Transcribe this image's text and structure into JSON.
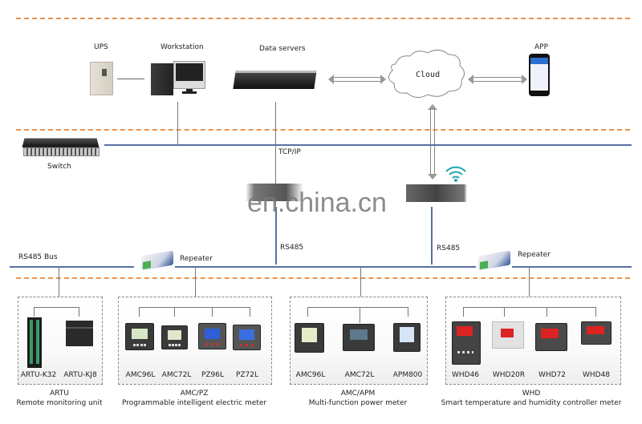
{
  "diagram": {
    "layers": {
      "top_devices": {
        "ups": {
          "label": "UPS",
          "icon": "ups-icon"
        },
        "workstation": {
          "label": "Workstation",
          "icon": "workstation-icon"
        },
        "data_servers": {
          "label": "Data servers",
          "icon": "server-icon"
        },
        "cloud": {
          "label": "Cloud",
          "icon": "cloud-icon"
        },
        "app": {
          "label": "APP",
          "icon": "smartphone-icon"
        }
      },
      "network": {
        "switch": {
          "label": "Switch",
          "icon": "switch-icon"
        },
        "tcpip_label": "TCP/IP",
        "gateway_wired": {
          "icon": "gateway-icon"
        },
        "gateway_wireless": {
          "icon": "wireless-gateway-icon",
          "signal_icon": "wifi-icon"
        }
      },
      "field_bus": {
        "bus_label": "RS485 Bus",
        "rs485_left": "RS485",
        "rs485_right": "RS485",
        "repeater_left": {
          "label": "Repeater",
          "icon": "repeater-icon"
        },
        "repeater_right": {
          "label": "Repeater",
          "icon": "repeater-icon"
        }
      }
    },
    "groups": [
      {
        "title": "ARTU",
        "subtitle": "Remote monitoring unit",
        "devices": [
          {
            "label": "ARTU-K32",
            "icon": "rtu-module-icon"
          },
          {
            "label": "ARTU-KJ8",
            "icon": "rtu-module-icon"
          }
        ]
      },
      {
        "title": "AMC/PZ",
        "subtitle": "Programmable intelligent electric meter",
        "devices": [
          {
            "label": "AMC96L",
            "icon": "panel-meter-icon",
            "screen": "#d8e6c8"
          },
          {
            "label": "AMC72L",
            "icon": "panel-meter-icon",
            "screen": "#dfe8cc"
          },
          {
            "label": "PZ96L",
            "icon": "panel-meter-icon",
            "screen": "#2f5fd8"
          },
          {
            "label": "PZ72L",
            "icon": "panel-meter-icon",
            "screen": "#3a6fe0"
          }
        ]
      },
      {
        "title": "AMC/APM",
        "subtitle": "Multi-function power meter",
        "devices": [
          {
            "label": "AMC96L",
            "icon": "panel-meter-icon",
            "screen": "#e6ecc8"
          },
          {
            "label": "AMC72L",
            "icon": "panel-meter-icon",
            "screen": "#5d7a8c"
          },
          {
            "label": "APM800",
            "icon": "panel-meter-icon",
            "screen": "#d6e4f6"
          }
        ]
      },
      {
        "title": "WHD",
        "subtitle": "Smart temperature and humidity controller meter",
        "devices": [
          {
            "label": "WHD46",
            "icon": "controller-icon",
            "screen": "#d22"
          },
          {
            "label": "WHD20R",
            "icon": "controller-icon",
            "screen": "#d22"
          },
          {
            "label": "WHD72",
            "icon": "controller-icon",
            "screen": "#d22"
          },
          {
            "label": "WHD48",
            "icon": "controller-icon",
            "screen": "#d22"
          }
        ]
      }
    ],
    "watermark": "en.china.cn",
    "colors": {
      "layer_divider": "#e8924a",
      "bus_line": "#5b6fa6",
      "wifi": "#1fa6b3"
    }
  }
}
